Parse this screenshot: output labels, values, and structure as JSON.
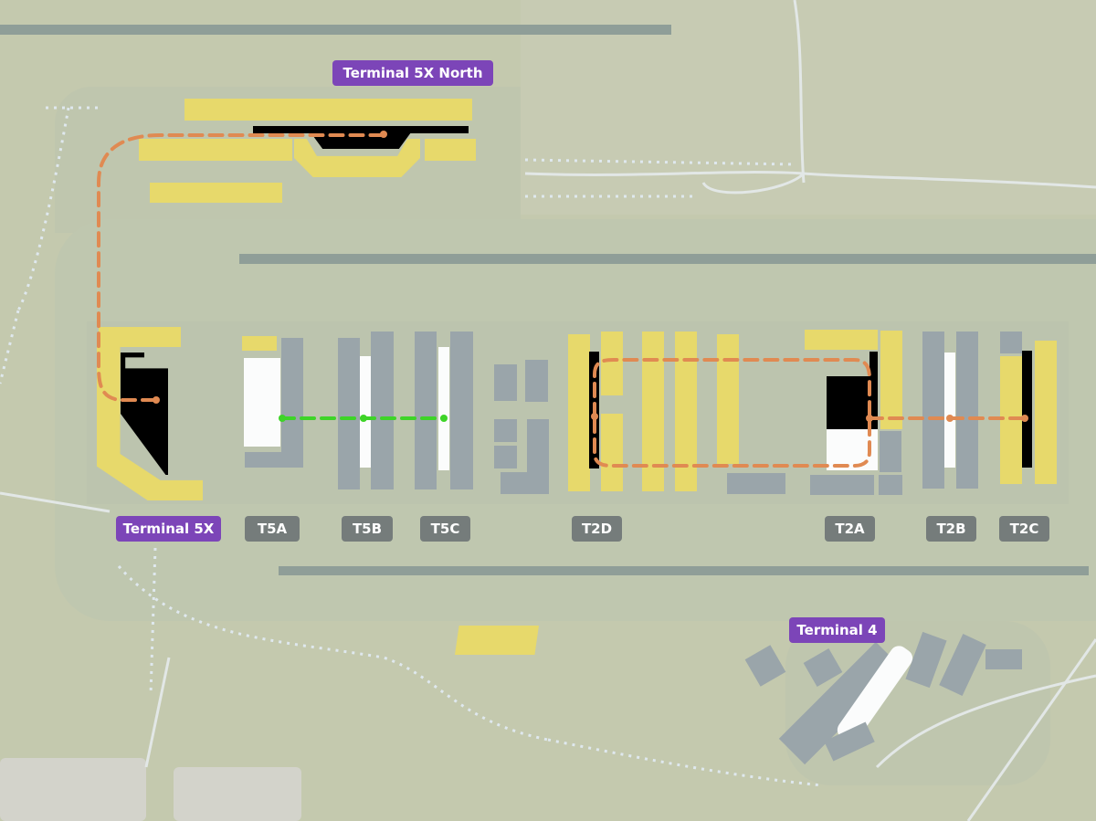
{
  "map": {
    "background_color": "#c4c9ae",
    "colors": {
      "runway": "#8f9e98",
      "new_stand": "#e7d96b",
      "existing_pier": "#9aa5aa",
      "terminal_building_new": "#000000",
      "terminal_building_existing": "#fbfcfc",
      "transit_new": "#e08a52",
      "transit_existing": "#3ed428",
      "label_purple": "#7c45b8",
      "label_grey": "#757c7b"
    },
    "terminal_labels": [
      {
        "id": "t5x-north",
        "text": "Terminal 5X North",
        "style": "purple"
      },
      {
        "id": "t5x",
        "text": "Terminal 5X",
        "style": "purple"
      },
      {
        "id": "t4",
        "text": "Terminal 4",
        "style": "purple"
      }
    ],
    "satellite_labels": [
      {
        "id": "t5a",
        "text": "T5A"
      },
      {
        "id": "t5b",
        "text": "T5B"
      },
      {
        "id": "t5c",
        "text": "T5C"
      },
      {
        "id": "t2d",
        "text": "T2D"
      },
      {
        "id": "t2a",
        "text": "T2A"
      },
      {
        "id": "t2b",
        "text": "T2B"
      },
      {
        "id": "t2c",
        "text": "T2C"
      }
    ],
    "transit_lines": [
      {
        "name": "proposed-transit",
        "color": "#e08a52",
        "style": "dashed"
      },
      {
        "name": "existing-transit",
        "color": "#3ed428",
        "style": "dashed"
      }
    ]
  }
}
